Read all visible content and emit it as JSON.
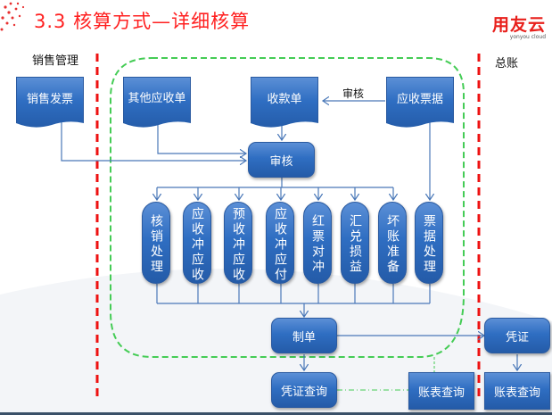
{
  "title": "3.3 核算方式—详细核算",
  "logo": {
    "main": "用友云",
    "sub": "yonyou cloud"
  },
  "sections": {
    "left": "销售管理",
    "right": "总账"
  },
  "nodes": {
    "sales_invoice": "销售发票",
    "other_receivable": "其他应收单",
    "receipt": "收款单",
    "notes_receivable": "应收票据",
    "audit": "审核",
    "processes": [
      "核销处理",
      "应收冲应收",
      "预收冲应收",
      "应收冲应付",
      "红票对冲",
      "汇兑损益",
      "坏账准备",
      "票据处理"
    ],
    "make_voucher": "制单",
    "voucher_query": "凭证查询",
    "report_query_ar": "账表查询",
    "voucher_gl": "凭证",
    "report_query_gl": "账表查询"
  },
  "edge_labels": {
    "notes_to_receipt": "审核"
  },
  "colors": {
    "node_blue": "#2f6ec2",
    "title_red": "#ff2020",
    "boundary_green": "#44cc55",
    "divider_red": "#ee1111",
    "line_blue": "#4a78b8"
  }
}
